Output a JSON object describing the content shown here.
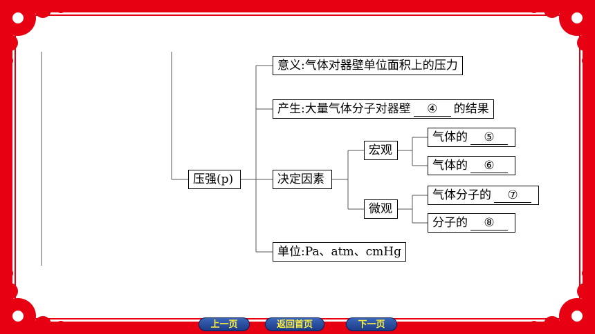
{
  "diagram": {
    "root": "压强(p)",
    "meaning": "意义:气体对器壁单位面积上的压力",
    "origin": {
      "prefix": "产生:大量气体分子对器壁",
      "blank": "④",
      "suffix": "的结果"
    },
    "factors": "决定因素",
    "macro": {
      "label": "宏观",
      "items": [
        {
          "prefix": "气体的",
          "blank": "⑤"
        },
        {
          "prefix": "气体的",
          "blank": "⑥"
        }
      ]
    },
    "micro": {
      "label": "微观",
      "items": [
        {
          "prefix": "气体分子的",
          "blank": "⑦"
        },
        {
          "prefix": "分子的",
          "blank": "⑧"
        }
      ]
    },
    "units": "单位:Pa、atm、cmHg"
  },
  "nav": {
    "prev": "上一页",
    "home": "返回首页",
    "next": "下一页"
  },
  "colors": {
    "frame": "#e60012",
    "nav_bg": "#1f47a0",
    "nav_text": "#ffef3a"
  }
}
